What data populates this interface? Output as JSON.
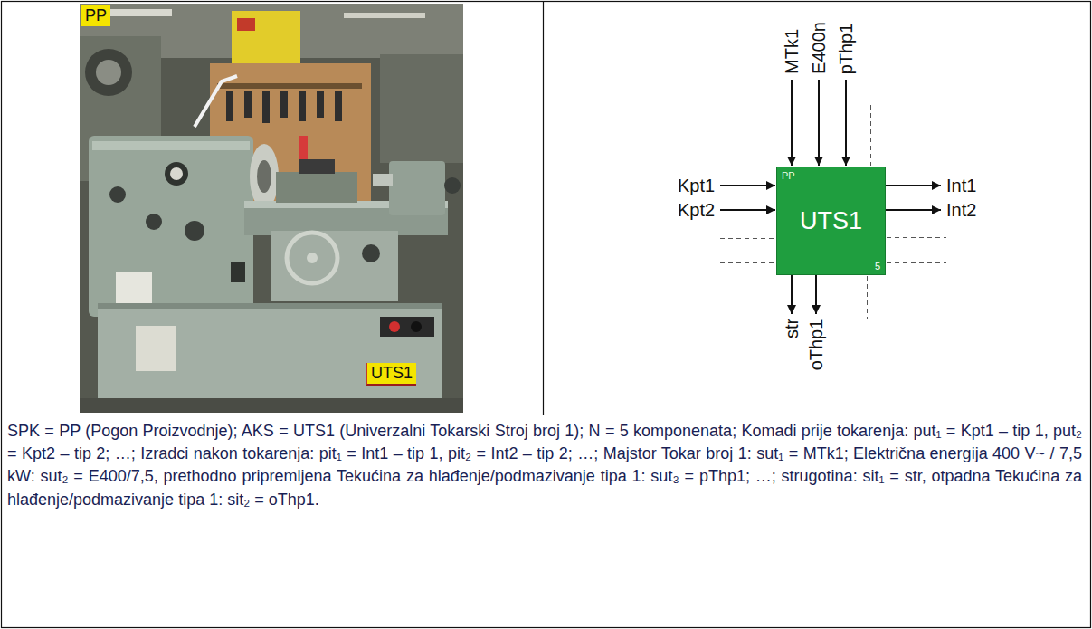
{
  "diagram": {
    "caption": "SPK = PP (Pogon Proizvodnje); AKS = UTS1 (Univerzalni Tokarski Stroj broj 1); N = 5 komponenata; Komadi prije tokarenja: put₁ = Kpt1 – tip 1, put₂ = Kpt2 – tip 2; …; Izradci nakon tokarenja: pit₁ = Int1 – tip 1, pit₂ = Int2 – tip 2; …; Majstor Tokar broj 1: sut₁ = MTk1; Električna energija 400 V~ / 7,5 kW: sut₂ = E400/7,5, prethodno pripremljena Tekućina za hlađenje/podmazivanje tipa 1: sut₃ = pThp1; …; strugotina: sit₁ = str, otpadna Tekućina za hlađenje/podmazivanje tipa 1: sit₂ = oThp1.",
    "nodes": [
      {
        "text": [
          "PP"
        ]
      },
      {
        "text": [
          "UTS1"
        ]
      },
      {
        "text": [
          "PP",
          "UTS1",
          "5"
        ]
      }
    ],
    "labels": [
      "MTk1",
      "E400n",
      "pThp1",
      "Kpt1",
      "Kpt2",
      "Int1",
      "Int2",
      "str",
      "oThp1"
    ]
  }
}
